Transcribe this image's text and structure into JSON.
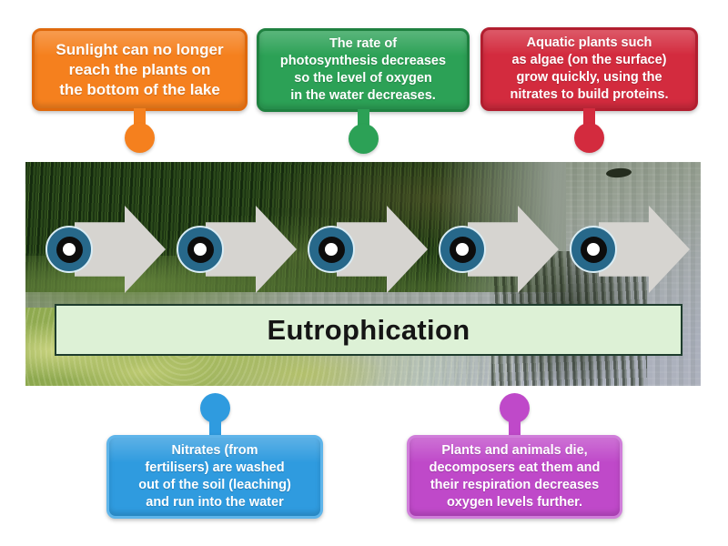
{
  "banner": {
    "label": "Eutrophication",
    "bg_color": "#ddf1d6",
    "border_color": "#1e3c2d",
    "text_color": "#151515"
  },
  "callouts": [
    {
      "name": "sunlight",
      "row": "top",
      "fill": "#f5801e",
      "edge": "#df690d",
      "lines": [
        "Sunlight can no longer",
        "reach the plants on",
        "the bottom of the lake"
      ]
    },
    {
      "name": "photosynthesis",
      "row": "top",
      "fill": "#2ca156",
      "edge": "#1f8140",
      "lines": [
        "The rate of",
        "photosynthesis decreases",
        "so the level of oxygen",
        "in the water decreases."
      ]
    },
    {
      "name": "algae-growth",
      "row": "top",
      "fill": "#d32b3e",
      "edge": "#b21e2f",
      "lines": [
        "Aquatic plants such",
        "as algae (on the surface)",
        "grow quickly, using the",
        "nitrates to build proteins."
      ]
    },
    {
      "name": "nitrates-leaching",
      "row": "bottom",
      "fill": "#2f9bdf",
      "edge": "#5fb5ea",
      "lines": [
        "Nitrates (from",
        "fertilisers) are washed",
        "out of the soil (leaching)",
        "and run into the water"
      ]
    },
    {
      "name": "decomposers",
      "row": "bottom",
      "fill": "#bf49c9",
      "edge": "#d07eda",
      "lines": [
        "Plants and animals die,",
        "decomposers eat them and",
        "their respiration decreases",
        "oxygen levels further."
      ]
    }
  ],
  "diagram": {
    "steps": 5,
    "arrow_color": "#d6d4d0",
    "pin_fill": "#27688a",
    "pin_outline": "#d9ecf4",
    "pin_ring": "#0d0d0d",
    "pin_center": "#ffffff"
  }
}
